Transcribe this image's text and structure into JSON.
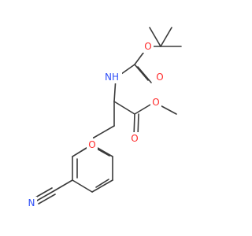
{
  "molecule": {
    "atoms": {
      "nh": "NH",
      "o_boc_ester": "O",
      "o_boc_carbonyl": "O",
      "o_ether": "O",
      "o_methyl_ester": "O",
      "o_ester_carbonyl": "O",
      "n_nitrile": "N"
    },
    "colors": {
      "bond": "#3a3a3a",
      "oxygen": "#ff2a2a",
      "nitrogen": "#3050f8"
    }
  }
}
